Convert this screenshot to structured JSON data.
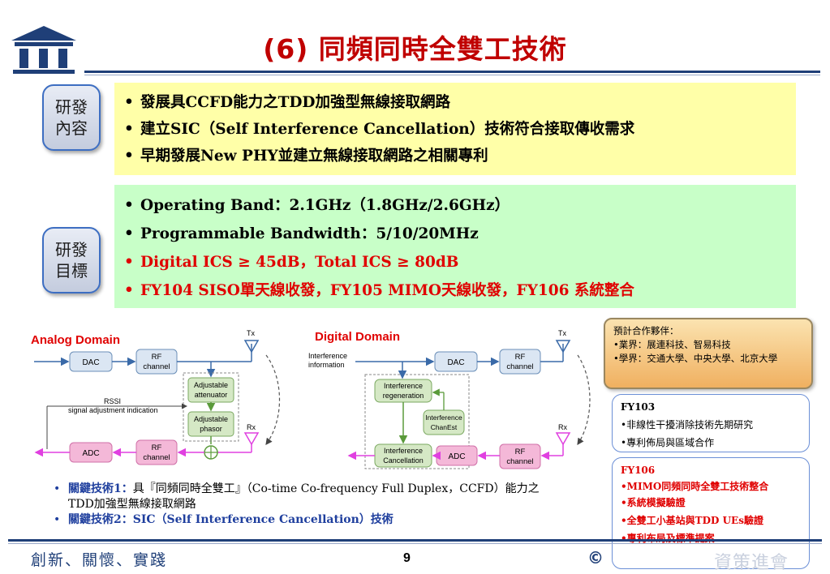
{
  "header": {
    "title": "(6) 同頻同時全雙工技術",
    "logo_icon": "pillars-logo-icon"
  },
  "sections": {
    "content_label": "研發內容",
    "goals_label": "研發目標"
  },
  "content_items": [
    "發展具CCFD能力之TDD加強型無線接取網路",
    "建立SIC（Self Interference Cancellation）技術符合接取傳收需求",
    "早期發展New PHY並建立無線接取網路之相關專利"
  ],
  "goal_items": [
    {
      "text": "Operating Band：2.1GHz（1.8GHz/2.6GHz）",
      "highlight": false
    },
    {
      "text": "Programmable Bandwidth：5/10/20MHz",
      "highlight": false
    },
    {
      "text": "Digital ICS ≥ 45dB，Total ICS ≥ 80dB",
      "highlight": true
    },
    {
      "text": "FY104 SISO單天線收發，FY105 MIMO天線收發，FY106 系統整合",
      "highlight": true
    }
  ],
  "diagram": {
    "analog_title": "Analog Domain",
    "digital_title": "Digital Domain",
    "dac": "DAC",
    "adc": "ADC",
    "rf_line1": "RF",
    "rf_line2": "channel",
    "tx": "Tx",
    "rx": "Rx",
    "att_line1": "Adjustable",
    "att_line2": "attenuator",
    "pha_line1": "Adjustable",
    "pha_line2": "phasor",
    "rssi": "RSSI",
    "signal_adj": "signal adjustment indication",
    "interference_info_line1": "Interference",
    "interference_info_line2": "information",
    "regen_line1": "Interference",
    "regen_line2": "regeneration",
    "chanest_line1": "Interference",
    "chanest_line2": "ChanEst",
    "cancel_line1": "Interference",
    "cancel_line2": "Cancellation"
  },
  "key_tech": {
    "tech1_head": "關鍵技術1：",
    "tech1_body": "具『同頻同時全雙工』（Co-time Co-frequency Full Duplex，CCFD）能力之TDD加強型無線接取網路",
    "tech2_text": "關鍵技術2：SIC（Self Interference Cancellation）技術"
  },
  "partners": {
    "title": "預計合作夥伴：",
    "industry": "•業界：展連科技、智易科技",
    "academia": "•學界：交通大學、中央大學、北京大學"
  },
  "fy103": {
    "title": "FY103",
    "items": [
      "•非線性干擾消除技術先期研究",
      "•專利佈局與區域合作"
    ]
  },
  "fy106": {
    "title": "FY106",
    "items": [
      "•MIMO同頻同時全雙工技術整合",
      "•系統模擬驗證",
      "•全雙工小基站與TDD UEs驗證",
      "•專利布局及標準提案"
    ]
  },
  "footer": {
    "slogan": "創新、關懷、實踐",
    "page": "9",
    "copyright": "©",
    "org": "資策進會"
  },
  "colors": {
    "title_red": "#c00000",
    "navy": "#1f3f78",
    "content_bg": "#ffffa8",
    "goals_bg": "#c8ffc8",
    "diagram_pink": "#e040e0",
    "block_blue": "#dbe6f3",
    "block_green": "#d5e8c5",
    "block_pink": "#f4b8d8"
  }
}
